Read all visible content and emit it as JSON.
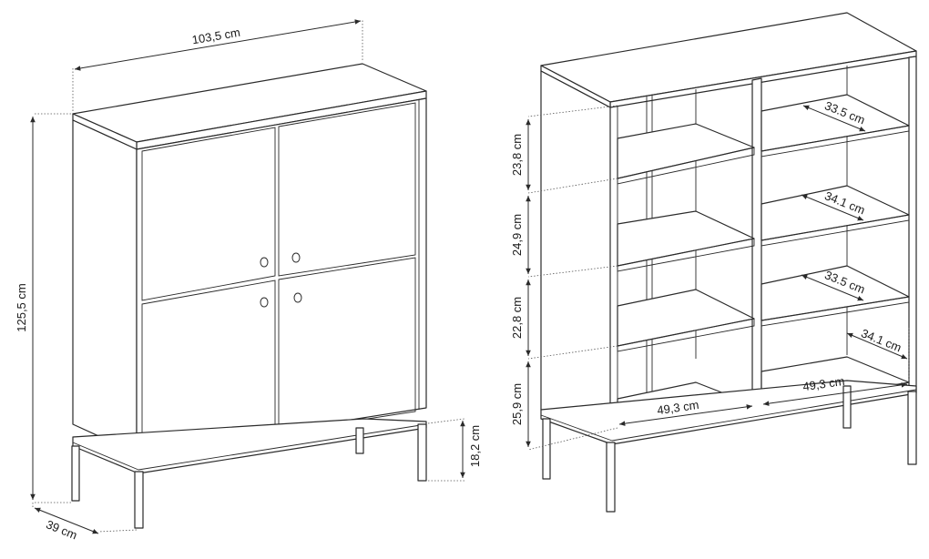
{
  "front_view": {
    "width_label": "103,5 cm",
    "height_label": "125,5 cm",
    "depth_label": "39 cm",
    "leg_height_label": "18,2 cm"
  },
  "open_view": {
    "shelf_gap_labels": [
      "23,8 cm",
      "24,9 cm",
      "22,8 cm",
      "25,9 cm"
    ],
    "shelf_depth_labels": [
      "33.5 cm",
      "34.1 cm",
      "33.5 cm",
      "34.1 cm"
    ],
    "bottom_width_left": "49,3 cm",
    "bottom_width_right": "49,3 cm"
  },
  "colors": {
    "line": "#2a2a2a",
    "background": "#ffffff"
  }
}
